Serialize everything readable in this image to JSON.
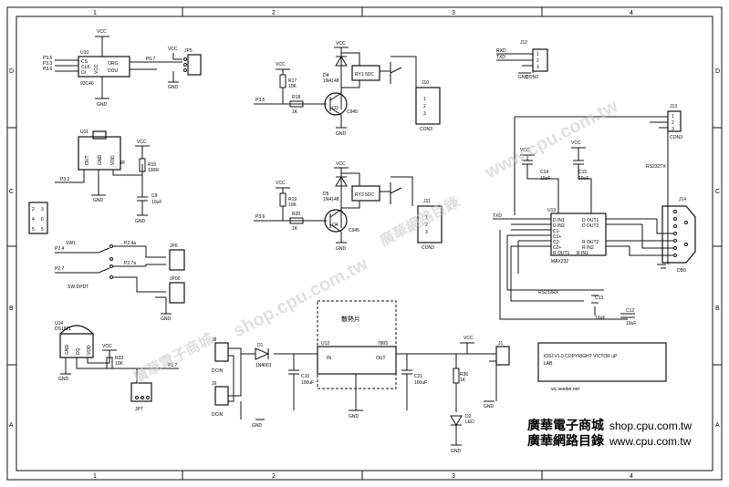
{
  "grid": {
    "cols": [
      "1",
      "2",
      "3",
      "4"
    ],
    "rows": [
      "D",
      "C",
      "B",
      "A"
    ]
  },
  "components": {
    "u10": {
      "ref": "U10",
      "part": "93C46",
      "pins": [
        "CS",
        "CLK",
        "DI",
        "VCC",
        "ORG",
        "DOU"
      ],
      "nets": [
        "P3.5",
        "P3.3",
        "P3.6",
        "P0.7"
      ]
    },
    "jp5": {
      "ref": "JP5"
    },
    "u11": {
      "ref": "U11",
      "pins": [
        "OUT",
        "GND",
        "VDD"
      ],
      "r15": "R15",
      "r15v": "100R",
      "c9": "C9",
      "c9v": "10uF",
      "ir": "IR",
      "net": "P3.2"
    },
    "jumper_block": [
      "2",
      "3",
      "4",
      "6",
      "5",
      "5"
    ],
    "sw1": {
      "ref": "SW1",
      "part": "SW-DPDT",
      "nets": [
        "P2.4",
        "P2.7",
        "P2.4a",
        "P2.7a"
      ],
      "jp6": "JP6",
      "jp00": "JP00"
    },
    "u14": {
      "ref": "U14",
      "part": "DS1821",
      "pins": [
        "GND",
        "DQ",
        "VDD"
      ],
      "r33": "R33",
      "r33v": "10K",
      "jp7": "JP7",
      "net": "P1.7"
    },
    "relay1": {
      "d": "D4",
      "dpart": "1N4148",
      "rly": "RY1 5DC",
      "r17": "R17",
      "r17v": "10K",
      "r18": "R18",
      "r18v": "1K",
      "q": "Q3",
      "qpart": "C945",
      "net": "P3.5",
      "conn": "J10",
      "conn_label": "CON3"
    },
    "relay2": {
      "d": "D5",
      "dpart": "1N4148",
      "rly": "RY2 5DC",
      "r19": "R19",
      "r19v": "10K",
      "r20": "R20",
      "r20v": "1K",
      "q": "Q4",
      "qpart": "C945",
      "net": "P3.6",
      "conn": "J11",
      "conn_label": "CON3"
    },
    "j12": {
      "ref": "J12",
      "rxd": "RXD",
      "txd": "TXD",
      "gnd": "GND",
      "conn": "CON3"
    },
    "j13": {
      "ref": "J13",
      "conn": "CON3"
    },
    "u13": {
      "ref": "U13",
      "part": "MAX232",
      "pins": [
        "D IN1",
        "D IN2",
        "C1-",
        "C1+",
        "C2-",
        "C2+",
        "R OUT1",
        "R IN1",
        "D OUT1",
        "D OUT2",
        "R OUT2",
        "R IN2"
      ],
      "c14": "C14",
      "c14v": "10uF",
      "c15": "C15",
      "c15v": "10uF",
      "c13": "C13",
      "c13v": "10uF",
      "c12": "C12",
      "c12v": "10uF",
      "txd": "TXD",
      "rs232tx": "RS232TX",
      "rs232rx": "RS232RX"
    },
    "j14": {
      "ref": "J14",
      "part": "DB9"
    },
    "power": {
      "u12": "U12",
      "u12part": "7805",
      "in": "IN",
      "out": "OUT",
      "heatsink": "散熱片",
      "d1": "D1",
      "d1part": "1N4001",
      "c10": "C10",
      "c10v": "100uF",
      "c21": "C21",
      "c21v": "100uF",
      "j8": "J8",
      "j9": "J9",
      "dcin": "DCIN",
      "r36": "R36",
      "r36v": "1K",
      "d2": "D2",
      "d2part": "LED",
      "j1": "J1"
    },
    "title": {
      "line1": "IOSI V1.0  COPYRIGHT  VICTOR uP",
      "line2": "LAB",
      "line3": "vic.seeder.net"
    }
  },
  "labels": {
    "vcc": "VCC",
    "gnd": "GND"
  },
  "watermark": {
    "site": "shop.cpu.com.tw",
    "site_www": "www.cpu.com.tw",
    "cn1": "廣華電子商城",
    "cn2": "廣華網路目錄",
    "cn3": "廣華網路目錄"
  },
  "brand": {
    "line1_cn": "廣華電子商城",
    "line1_url": "shop.cpu.com.tw",
    "line2_cn": "廣華網路目錄",
    "line2_url": "www.cpu.com.tw"
  }
}
